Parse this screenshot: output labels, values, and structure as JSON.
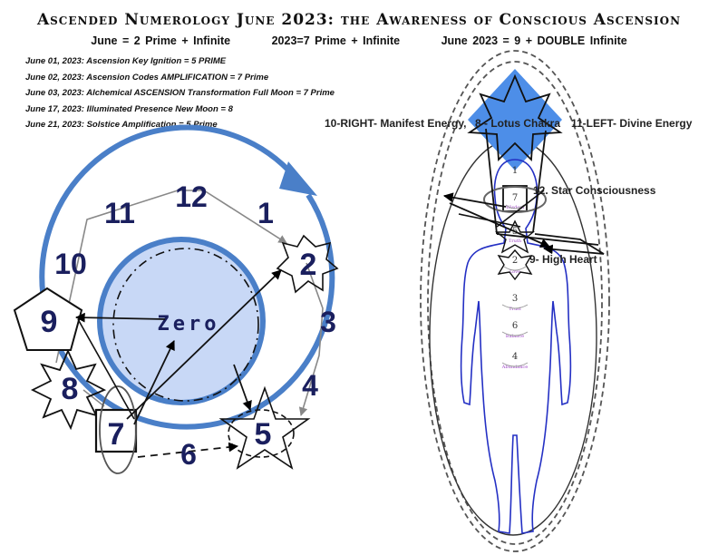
{
  "title": "Ascended Numerology June 2023: the Awareness of Conscious Ascension",
  "subtitle": {
    "june": "June = 2 Prime + Infinite",
    "year": "2023=7 Prime + Infinite",
    "month_year": "June 2023 = 9 + DOUBLE Infinite"
  },
  "dates": [
    "June 01, 2023:  Ascension Key Ignition = 5 PRIME",
    "June 02, 2023: Ascension Codes AMPLIFICATION = 7 Prime",
    "June 03, 2023: Alchemical ASCENSION Transformation Full Moon = 7 Prime",
    "June 17, 2023: Illuminated Presence New Moon = 8",
    "June 21, 2023: Solstice Amplification = 5 Prime"
  ],
  "wheel": {
    "center_label": "Zero",
    "numbers": [
      "1",
      "2",
      "3",
      "4",
      "5",
      "6",
      "7",
      "8",
      "9",
      "10",
      "11",
      "12"
    ]
  },
  "body": {
    "labels": {
      "right": "10-RIGHT- Manifest Energy,",
      "lotus": "8 - Lotus Chakra",
      "left": "11-LEFT- Divine Energy",
      "star": "12. Star Consciousness",
      "heart": "9- High Heart"
    },
    "chakras": [
      {
        "num": "1",
        "word": ""
      },
      {
        "num": "7",
        "word": "Wisdom"
      },
      {
        "num": "5",
        "word": "Truth"
      },
      {
        "num": "2",
        "word": "Love"
      },
      {
        "num": "3",
        "word": "Trust"
      },
      {
        "num": "6",
        "word": "Balance"
      },
      {
        "num": "4",
        "word": "Abundance"
      }
    ]
  },
  "colors": {
    "ring": "#4a7fc8",
    "zero_fill": "#c8d8f6",
    "number": "#1a1f5e",
    "diamond": "#4d8ee8",
    "body_outline": "#2430c4",
    "chakra_text": "#9a3fc4"
  }
}
